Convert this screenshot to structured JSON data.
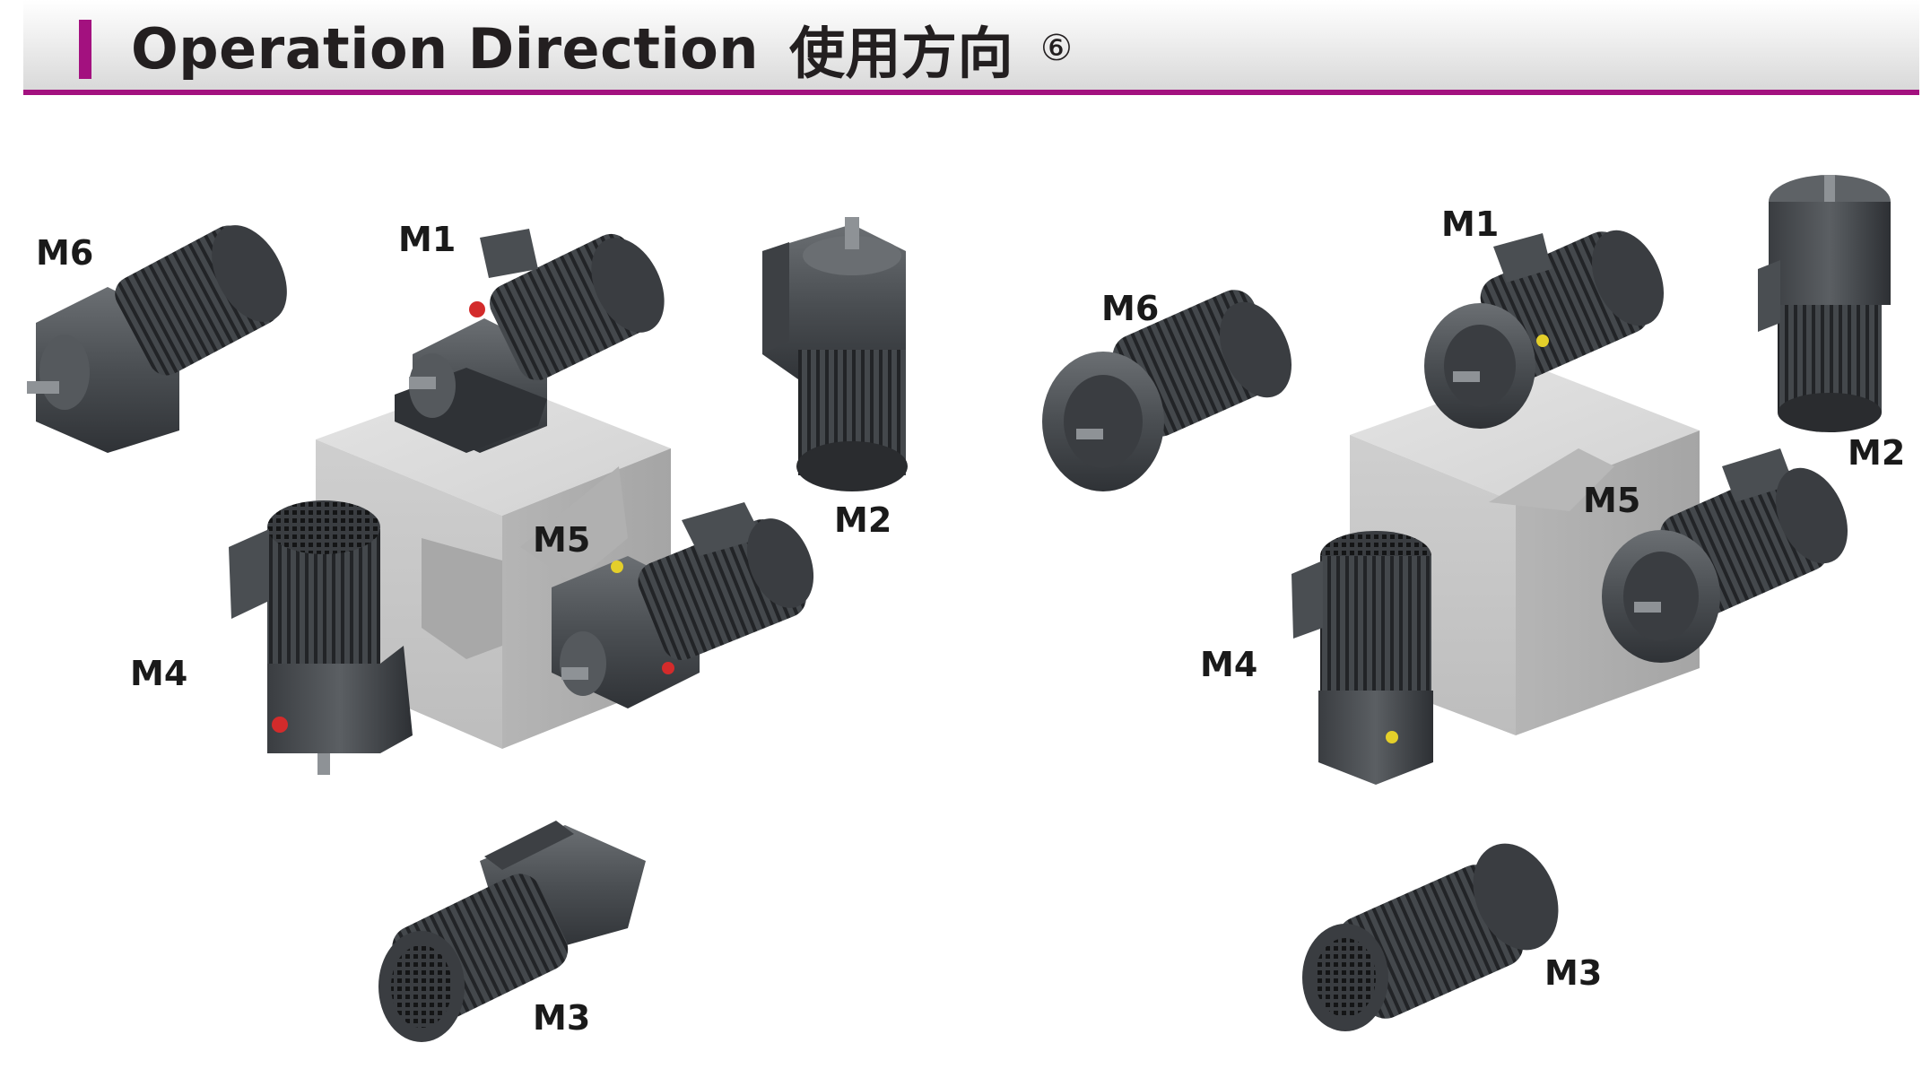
{
  "header": {
    "title_en": "Operation Direction",
    "title_zh": "使用方向",
    "circled_number": "⑥",
    "accent_color": "#a3117f"
  },
  "left_diagram": {
    "labels": {
      "m1": "M1",
      "m2": "M2",
      "m3": "M3",
      "m4": "M4",
      "m5": "M5",
      "m6": "M6"
    }
  },
  "right_diagram": {
    "labels": {
      "m1": "M1",
      "m2": "M2",
      "m3": "M3",
      "m4": "M4",
      "m5": "M5",
      "m6": "M6"
    }
  }
}
